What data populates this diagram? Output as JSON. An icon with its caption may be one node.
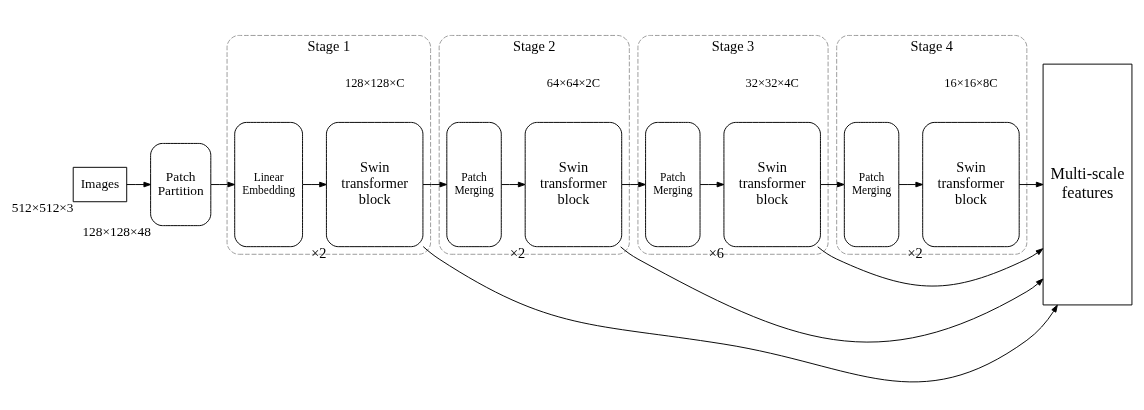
{
  "diagram": {
    "nodes": [
      {
        "text": [
          "Images"
        ],
        "beside": [
          "512×512×3"
        ]
      },
      {
        "text": [
          "Patch Partition"
        ],
        "beside": [
          "128×128×48"
        ]
      },
      {
        "text": [
          "Stage 1"
        ],
        "beside": [
          "128×128×C"
        ]
      },
      {
        "text": [
          "Linear Embedding"
        ],
        "in": 2
      },
      {
        "text": [
          "Swin transformer block"
        ],
        "in": 2,
        "beside": [
          "×2"
        ]
      },
      {
        "text": [
          "Stage 2"
        ],
        "beside": [
          "64×64×2C"
        ]
      },
      {
        "text": [
          "Patch Merging"
        ],
        "in": 5
      },
      {
        "text": [
          "Swin transformer block"
        ],
        "in": 5,
        "beside": [
          "×2"
        ]
      },
      {
        "text": [
          "Stage 3"
        ],
        "beside": [
          "32×32×4C"
        ]
      },
      {
        "text": [
          "Patch Merging"
        ],
        "in": 8
      },
      {
        "text": [
          "Swin transformer block"
        ],
        "in": 8,
        "beside": [
          "×6"
        ]
      },
      {
        "text": [
          "Stage 4"
        ],
        "beside": [
          "16×16×8C"
        ]
      },
      {
        "text": [
          "Patch Merging"
        ],
        "in": 11
      },
      {
        "text": [
          "Swin transformer block"
        ],
        "in": 11,
        "beside": [
          "×2"
        ]
      },
      {
        "text": [
          "Multi-scale features"
        ]
      }
    ],
    "edges": [
      {
        "from": 0,
        "to": 1,
        "arrow": "to"
      },
      {
        "from": 1,
        "to": 3,
        "arrow": "to"
      },
      {
        "from": 3,
        "to": 4,
        "arrow": "to"
      },
      {
        "from": 4,
        "to": 6,
        "arrow": "to"
      },
      {
        "from": 6,
        "to": 7,
        "arrow": "to"
      },
      {
        "from": 7,
        "to": 9,
        "arrow": "to"
      },
      {
        "from": 9,
        "to": 10,
        "arrow": "to"
      },
      {
        "from": 10,
        "to": 12,
        "arrow": "to"
      },
      {
        "from": 12,
        "to": 13,
        "arrow": "to"
      },
      {
        "from": 13,
        "to": 14,
        "arrow": "to"
      },
      {
        "from": 4,
        "to": 14,
        "arrow": "to"
      },
      {
        "from": 7,
        "to": 14,
        "arrow": "to"
      },
      {
        "from": 10,
        "to": 14,
        "arrow": "to"
      }
    ]
  }
}
